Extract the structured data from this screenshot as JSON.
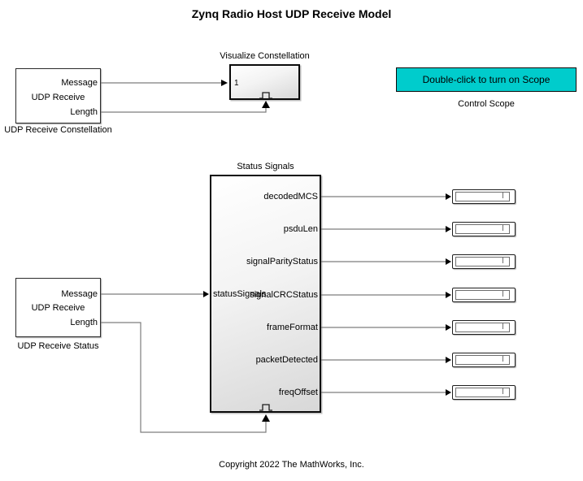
{
  "title": "Zynq Radio Host UDP Receive Model",
  "copyright": "Copyright 2022 The MathWorks, Inc.",
  "colors": {
    "control_button": "#00CCCC",
    "wire": "#7d7d7d",
    "subsystem_gradient_end": "#d8d8d8"
  },
  "icons": {
    "enable_port": "pulse-step-icon"
  },
  "udp_receive_constellation": {
    "block_text": "UDP Receive",
    "ports": {
      "out1": "Message",
      "out2": "Length"
    },
    "label": "UDP Receive Constellation"
  },
  "visualize_constellation": {
    "label": "Visualize Constellation",
    "input_port": "1"
  },
  "control_scope": {
    "button_text": "Double-click to turn on Scope",
    "label": "Control Scope"
  },
  "status_signals": {
    "label": "Status Signals",
    "input_port": "statusSignals",
    "output_ports": [
      "decodedMCS",
      "psduLen",
      "signalParityStatus",
      "signalCRCStatus",
      "frameFormat",
      "packetDetected",
      "freqOffset"
    ]
  },
  "udp_receive_status": {
    "block_text": "UDP Receive",
    "ports": {
      "out1": "Message",
      "out2": "Length"
    },
    "label": "UDP Receive Status"
  }
}
